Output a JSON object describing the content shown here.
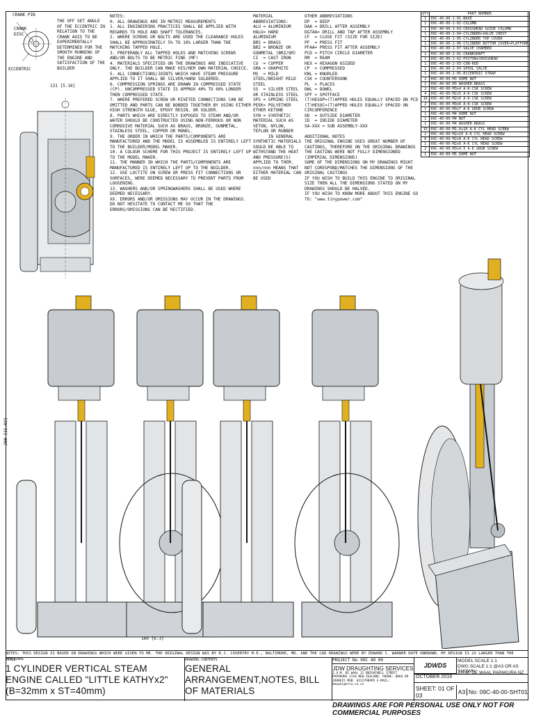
{
  "eccentric_labels": {
    "crank_pin": "CRANK PIN",
    "crank_disc": "CRANK DISC",
    "eccentric": "ECCENTRIC"
  },
  "ecc_note": "THE OFF SET ANGLE OF THE ECCENTRIC IN RELATION TO THE CRANK AXIS TO BE EXPERIMENTALLY DETERMINED FOR THE SMOOTH RUNNING OF THE ENGINE AND SATISFACTION OF THE BUILDER",
  "dim_top": "131 [5.16]",
  "dim_height": "280 [11.02]",
  "dim_width": "160 [6.3]",
  "notes": "NOTES:\n0. ALL DRAWINGS ARE IN METRIC MEASUREMENTS\n1. ALL ENGINEERING PRACTICES SHALL BE APPLIED WITH REGARDS TO HOLE AND SHAFT TOLERANCES.\n2. WHERE SCREWS OR BOLTS ARE USED THE CLEARANCE HOLES SHALL BE APPROXIMATELY 5% TO 10% LARGER THAN THE MATCHING TAPPED HOLE.\n3. PREFERABLY ALL TAPPED HOLES AND MATCHING SCREWS AND/OR BOLTS TO BE METRIC FINE (MF)\n4. MATERIALS SPECIFIED ON THE DRAWINGS ARE INDICATIVE ONLY. THE BUILDER CAN MAKE HIS/HER OWN MATERIAL CHOICE.\n5. ALL CONNECTIONS/JOINTS WHICH HAVE STEAM PRESSURE APPLIED TO IT SHALL BE SILVER/HARD SOLDERED.\n6. COMPRESSION SPRINGS ARE DRAWN IN COMPRESSED STATE (CP). UNCOMPRESSED STATE IS APPROX 40% TO 60% LONGER THEN COMPRESSED STATE.\n7. WHERE PREFERED SCREW OR RIVETED CONNECTIONS CAN BE OMITTED AND PARTS CAN BE BONDED TOGETHER BY USING EITHER HIGH STRENGTH GLUE, EPOXY RESIN, OR SOLDER.\n8. PARTS WHICH ARE DIRECTLY EXPOSED TO STEAM AND/OR WATER SHOULD BE CONSTRUCTED USING NON-FERROUS OR NON CORROSIVE MATERIAL SUCH AS BRASS, BRONZE, GUNMETAL, STAINLESS STEEL, COPPER OR MONEL.\n9. THE ORDER IN WHICH THE PARTS/COMPONENTS ARE MANUFACTURED AND THE MODEL IS ASSEMBLED IS ENTIRELY LEFT TO THE BUILDER/MODEL MAKER.\n10. A COLOUR SCHEME FOR THIS PROJECT IS ENTIRELY LEFT UP TO THE MODEL MAKER.\n11. THE MANNER IN WHICH THE PARTS/COMPONENTS ARE MANUFACTURED IS ENTIRELY LEFT UP TO THE BUILDER.\n12. USE LOCTITE ON SCREW OR PRESS FIT CONNECTIONS OR SURFACES, WERE DEEMED NECESSARY TO PREVENT PARTS FROM LOOSENING.\n13. WASHERS AND/OR SPRINGWASHERS SHALL BE USED WHERE DEEMED NECESSARY.\nXX. ERRORS AND/OR OMISSIONS MAY OCCUR IN THE DRAWINGS. DO NOT HESITATE TO CONTACT ME SO THAT THE ERRORS/OMISSIONS CAN BE RECTIFIED.",
  "material": "MATERIAL\nABBREVIATIONS:\nALU = ALUMINIUM\nHALU= HARD ALUMINIUM\nBRS = BRASS\nBRZ = BRONZE OR GUNMETAL (BRZ/GM)\nCI  = CAST IRON\nCU  = COPPER\nGRA = GRAPHITE\nMS  = MILD STEEL/BRIGHT MILD STEEL\nSS  = SILVER STEEL OR STAINLESS STEEL\nSPS = SPRING STEEL\nPEEK= POLYETHER ETHER KETONE\nSYN = SYNTHETIC MATERIAL SUCH AS VETON, NYLON, TEFLON OR RUBBER\n      IN GENERAL SYNTHETIC MATERIALS SOULD BE ABLE TO WITHSTAND THE HEAT AND PRESSURE(S) APPLIED TO THEM.\nnnn/nnn MEANS THAT EITHER MATERIAL CAN BE USED",
  "abbr": "OTHER ABBREVIATIONS\nDP  = DEEP\nDAA = DRILL AFTER ASSEMBLY\nD&TAA= DRILL AND TAP AFTER ASSEMBLY\nCF  = CLOSE FIT (SIZE FOR SIZE)\nPF  = PRESS FIT\nPFAA= PRESS FIT AFTER ASSEMBLY\nPCD = PITCH CIRCLE DIAMETER\nRM  = REAM\nHEX = HEXAGON 6SIDED\nCP  = COMPRESSED\nKNL = KNURLED\nCSK = COUNTERSUNK\nPL  = PLACES\nDWL = DOWEL\nSPF = SPOTFACE\n(T)HESOP=(T)APPED HOLES EQUALLY SPACED ON PCD\n(T)HESOC=(T)APPED HOLES EQUALLY SPACED ON CIRCUMFERENCE\nOD  = OUTSIDE DIAMETER\nID  = INSIDE DIAMETER\nSA-XXX = SUB ASSEMBLY-XXX\n\nADDITIONAL NOTES\nTHE ORIGINAL ENGINE USES GREAT NUMBER OF CASTINGS, THEREFORE ON THE ORIGINAL DRAWINGS THE CASTING WERE NOT FULLY DIMENSIONED (IMPERIAL DIMENSIONS)\nSOME OF THE DIMENSIONS ON MY DRAWINGS MIGHT NOT CORESPOND/MATCHES THE DIMENSIONS OF THE ORIGINAL CASTINGS\nIF YOU WISH TO BUILD THIS ENGINE TO ORIGINAL SIZE THEN ALL THE DIMENSIONS STATED ON MY DRAWINGS SHOULD BE HALVED.\nIF YOU WISH TO KNOW MORE ABOUT THIS ENGINE GO TO: \"www.tinypower.com\"",
  "bom": {
    "headers": [
      "QTY",
      "PART NUMBER"
    ],
    "rows": [
      [
        "1",
        "09C-40-00-1-01-BASE"
      ],
      [
        "1",
        "09C-40-00-1-02-COLUMN"
      ],
      [
        "1",
        "09C-40-00-1-03-CROSSHEAD GUIDE COLUMN"
      ],
      [
        "1",
        "09C-40-00-1-04-CYLINDER+VALVE CHEST"
      ],
      [
        "1",
        "09C-40-00-1-05-CYLINDER TOP COVER"
      ],
      [
        "1",
        "09C-40-00-1-06-CYLINDER BOTTOM COVER+PLATFORM"
      ],
      [
        "1",
        "09C-40-00-1-07-VALVE CHAMBER"
      ],
      [
        "1",
        "09C-40-00-2-01-CRANKSHAFT"
      ],
      [
        "1",
        "09C-40-00-2-02-PISTON+CROSSHEAD"
      ],
      [
        "1",
        "09C-40-00-2-03-CON-ROD"
      ],
      [
        "1",
        "09C-40-00-2-04-SPOOL VALVE"
      ],
      [
        "1",
        "09C-40-00-2-05-ECCENTRIC STRAP"
      ],
      [
        "2",
        "09C-40-00-M3 DOME NUT"
      ],
      [
        "2",
        "09C-40-00-M3 WASHER-BRASS"
      ],
      [
        "2",
        "09C-40-00-M3x4 A-K-CSK SCREW"
      ],
      [
        "4",
        "09C-40-00-M2x5 A-K-CSK SCREW"
      ],
      [
        "16",
        "09C-40-00-M2x6 A-K-CSK SCREW"
      ],
      [
        "2",
        "09C-40-00-M3x6 A-K-CSK SCREW"
      ],
      [
        "1",
        "09C-40-00-M3x7 A-K GRUB SCREW"
      ],
      [
        "1",
        "09C-40-00-M4 DOME NUT"
      ],
      [
        "1",
        "09C-40-00-M4 NUT"
      ],
      [
        "1",
        "09C-40-00-M4 WASHER-BRASS"
      ],
      [
        "15",
        "09C-40-00-M1.6x10 A-K CYL HEAD SCREW"
      ],
      [
        "2",
        "09C-40-00-M2x10 A-K CYL HEAD SCREW"
      ],
      [
        "8",
        "09C-40-00-M2x8 A-K CYL HEAD SCREW"
      ],
      [
        "1",
        "09C-40-00-M2x6 A-K CYL HEAD SCREW"
      ],
      [
        "2",
        "09C-40-00-M3x4.5 A-K GRUB SCREW"
      ],
      [
        "1",
        "09C-40-00-M5 DOME NUT"
      ]
    ]
  },
  "footnote": "NOTES: THIS DESIGN IS BASED ON DRAWINGS WHICH WERE GIVEN TO ME. THE ORIGINAL DESIGN WAS BY R.J. COVERTRY M.E., BALTIMORE, MD. AND THE CAD DRAWINGS WERE BY EDWARD C. WARNER DATE UNKNOWN. MY DESIGN IS 2X LARGER THAN THE ORIGINAL",
  "titleblock": {
    "title_label": "TITLE",
    "title": "1 CYLINDER VERTICAL STEAM ENGINE CALLED \"LITTLE KATHYx2\" (B=32mm x ST=40mm)",
    "contents_label": "DRAWING CONTENTS",
    "contents": "GENERAL ARRANGEMENT,NOTES, BILL OF MATERIALS",
    "project_label": "PROJECT No",
    "project_no": "09C 40 00",
    "company": "JDW DRAUGHTING SERVICES",
    "address": "J.A.M. DE WAAL 12 BRIGHTWELL STREET PAPAKURA 2110 NEW ZEALAND. PHONE: 0064 09 2988615 MOB: 0212790995 E-MAIL: dewaal@xtra.co.nz",
    "logo": "JDWDS",
    "model_scale": "MODEL SCALE 1:1",
    "dwg_scale": "DWG SCALE 1:1 @A3 OR AS SHOWN",
    "copyright": "J.A.M. DE WAAL PAPAKURA NZ",
    "date": "OCTOBER 2019",
    "sheet": "SHEET: 01 OF 03",
    "size": "A3",
    "drawing_no": "No: 09C-40-00-SHT01"
  },
  "legal": "DRAWINGS ARE FOR PERSONAL USE ONLY NOT FOR COMMERCIAL PURPOSES",
  "colors": {
    "steel": "#c8ccd0",
    "brass": "#e0b020",
    "outline": "#111111"
  }
}
